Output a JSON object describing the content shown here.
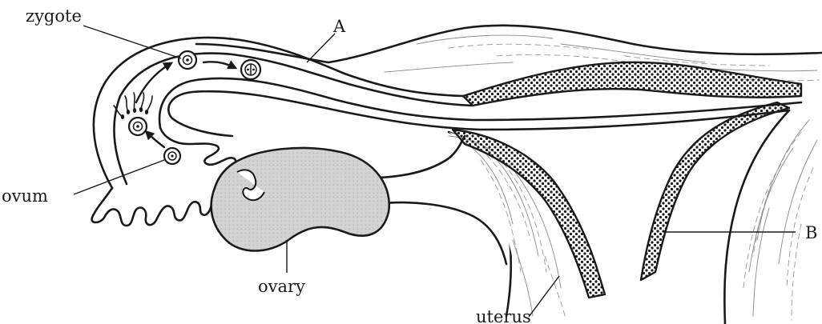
{
  "labels": {
    "zygote": "zygote",
    "a": "A",
    "ovum": "ovum",
    "ovary": "ovary",
    "uterus": "uterus",
    "b": "B"
  },
  "colors": {
    "line": "#1a1a1a",
    "ovary_fill": "#d3d3d3",
    "dots": "#1a1a1a",
    "background": "#ffffff"
  }
}
